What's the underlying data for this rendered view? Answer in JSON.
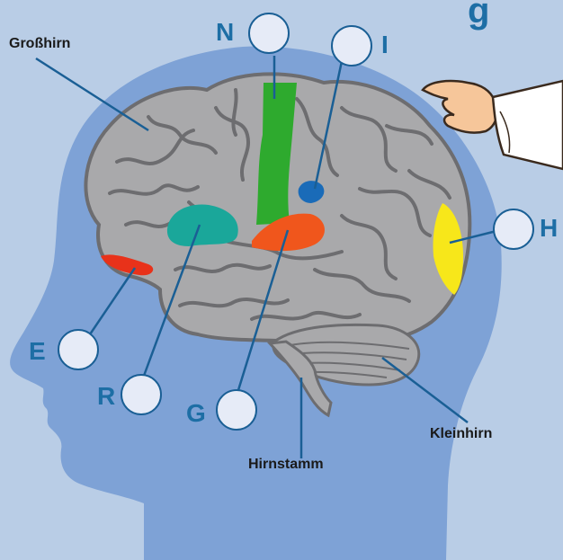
{
  "labels": {
    "grosshirn": "Großhirn",
    "hirnstamm": "Hirnstamm",
    "kleinhirn": "Kleinhirn"
  },
  "letters": {
    "n": "N",
    "i": "I",
    "h": "H",
    "e": "E",
    "r": "R",
    "g": "G",
    "partial": "g"
  },
  "colors": {
    "background": "#b9cde6",
    "head": "#7ea2d6",
    "brain": "#a9a9ab",
    "sulcus": "#6d6d70",
    "green": "#2eaa2e",
    "teal": "#1aa79a",
    "orange": "#f0561c",
    "blue": "#1a6bb8",
    "red": "#e8321a",
    "yellow": "#f7e71a",
    "leader": "#1a5f95",
    "letter": "#1d6ea5"
  }
}
